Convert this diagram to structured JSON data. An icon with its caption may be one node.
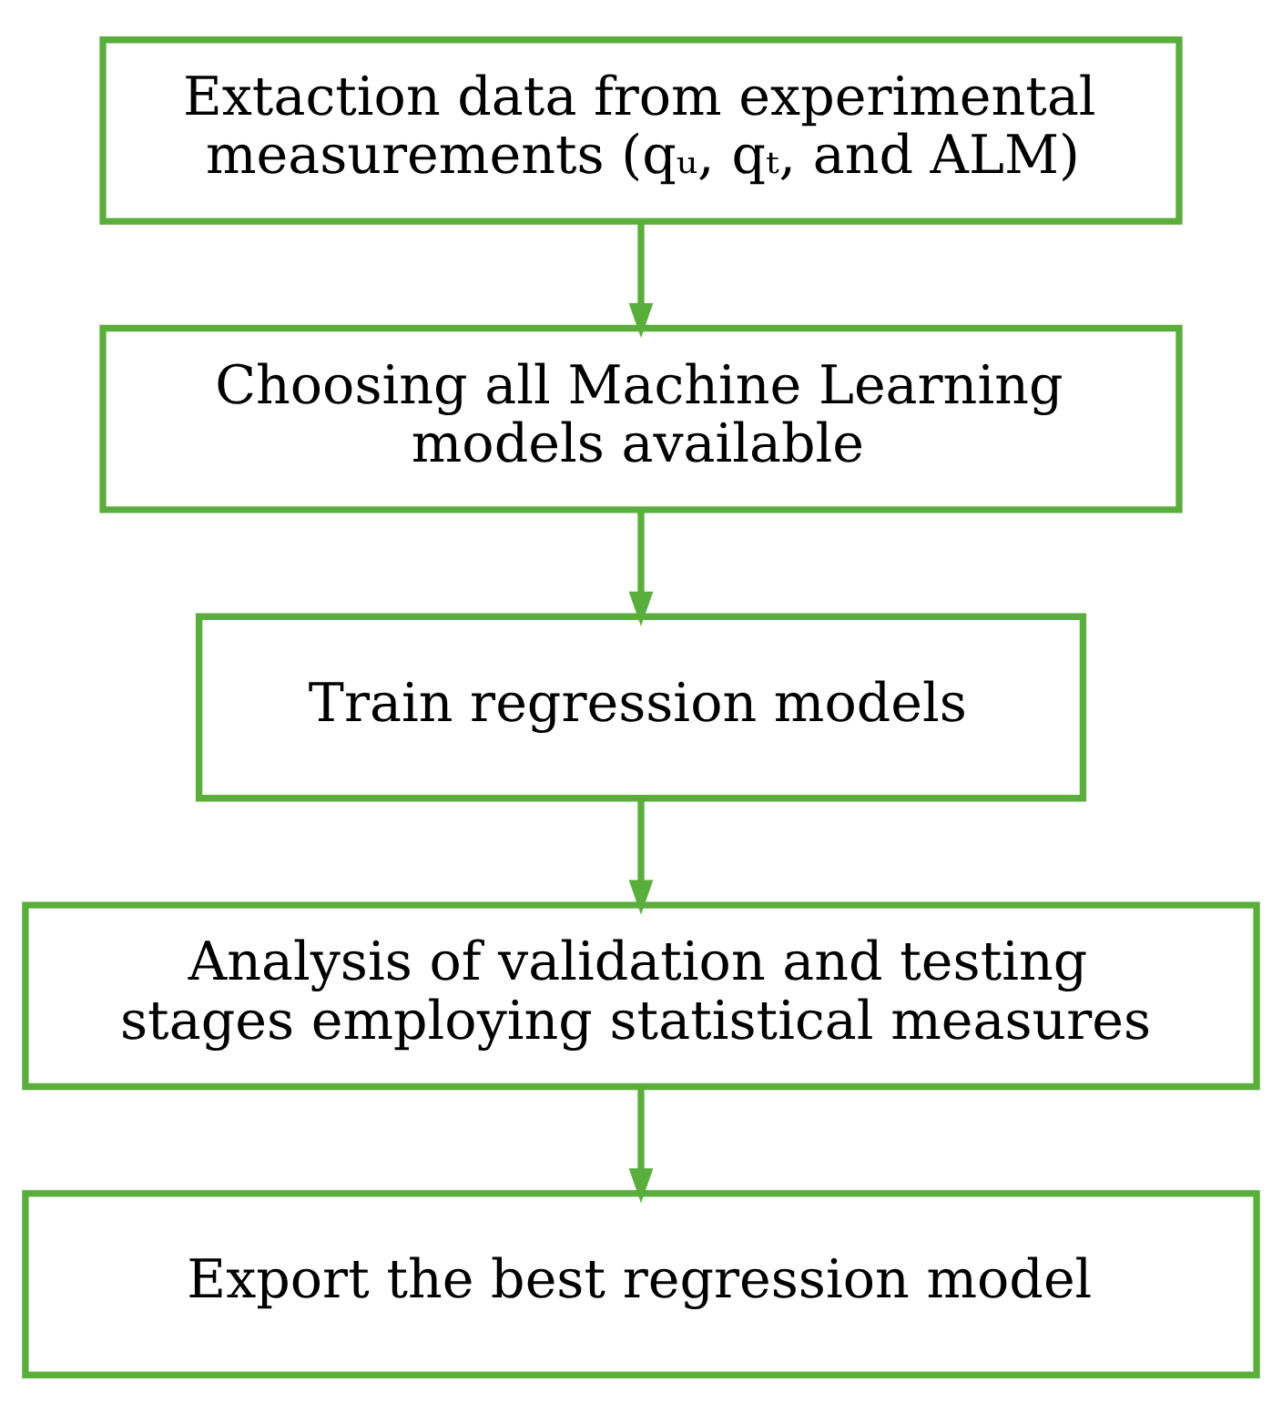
{
  "diagram": {
    "nodes": [
      {
        "text": [
          "Extaction data from experimental measurements (qᵤ, qₜ, and ALM)"
        ]
      },
      {
        "text": [
          "Choosing all Machine Learning models available"
        ]
      },
      {
        "text": [
          "Train regression models"
        ]
      },
      {
        "text": [
          "Analysis of validation and testing stages employing statistical measures"
        ]
      },
      {
        "text": [
          "Export the best regression model"
        ]
      }
    ],
    "edges": [
      {
        "from": 0,
        "to": 1,
        "arrow": "to"
      },
      {
        "from": 1,
        "to": 2,
        "arrow": "to"
      },
      {
        "from": 2,
        "to": 3,
        "arrow": "to"
      },
      {
        "from": 3,
        "to": 4,
        "arrow": "to"
      }
    ]
  }
}
